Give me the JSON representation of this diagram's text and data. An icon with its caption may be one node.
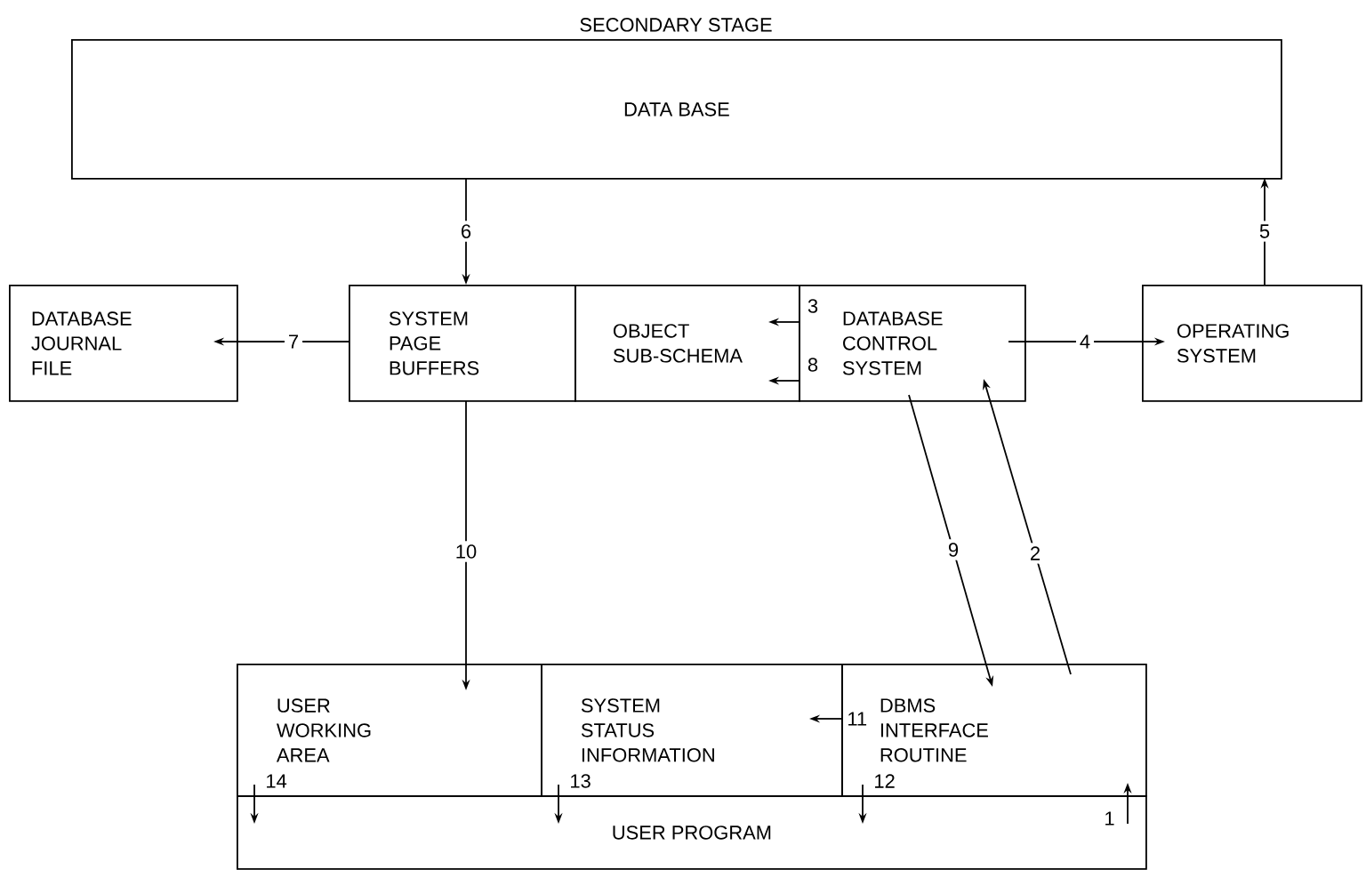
{
  "diagram": {
    "nodes": [
      {
        "text": [
          "SECONDARY STAGE",
          "DATA BASE"
        ]
      },
      {
        "text": [
          "DATABASE JOURNAL FILE"
        ]
      },
      {
        "text": [
          "SYSTEM PAGE BUFFERS"
        ]
      },
      {
        "text": [
          "OBJECT SUB-SCHEMA"
        ]
      },
      {
        "text": [
          "DATABASE CONTROL SYSTEM"
        ]
      },
      {
        "text": [
          "OPERATING SYSTEM"
        ]
      },
      {
        "text": [
          "USER WORKING AREA"
        ]
      },
      {
        "text": [
          "SYSTEM STATUS INFORMATION"
        ]
      },
      {
        "text": [
          "DBMS INTERFACE ROUTINE"
        ]
      },
      {
        "text": [
          "USER PROGRAM"
        ]
      }
    ],
    "edges": [
      {
        "from": 0,
        "to": 2,
        "arrow": "to",
        "label": "6"
      },
      {
        "from": 5,
        "to": 0,
        "arrow": "to",
        "label": "5"
      },
      {
        "from": 2,
        "to": 1,
        "arrow": "to",
        "label": "7"
      },
      {
        "from": 4,
        "to": 3,
        "arrow": "to",
        "label": "3"
      },
      {
        "from": 4,
        "to": 3,
        "arrow": "to",
        "label": "8"
      },
      {
        "from": 4,
        "to": 5,
        "arrow": "to",
        "label": "4"
      },
      {
        "from": 4,
        "to": 8,
        "arrow": "to",
        "label": "9"
      },
      {
        "from": 8,
        "to": 4,
        "arrow": "to",
        "label": "2"
      },
      {
        "from": 2,
        "to": 6,
        "arrow": "to",
        "label": "10"
      },
      {
        "from": 8,
        "to": 7,
        "arrow": "to",
        "label": "11"
      },
      {
        "from": 6,
        "to": 9,
        "arrow": "to",
        "label": "14"
      },
      {
        "from": 7,
        "to": 9,
        "arrow": "to",
        "label": "13"
      },
      {
        "from": 8,
        "to": 9,
        "arrow": "to",
        "label": "12"
      },
      {
        "from": 9,
        "to": 8,
        "arrow": "to",
        "label": "1"
      }
    ]
  }
}
